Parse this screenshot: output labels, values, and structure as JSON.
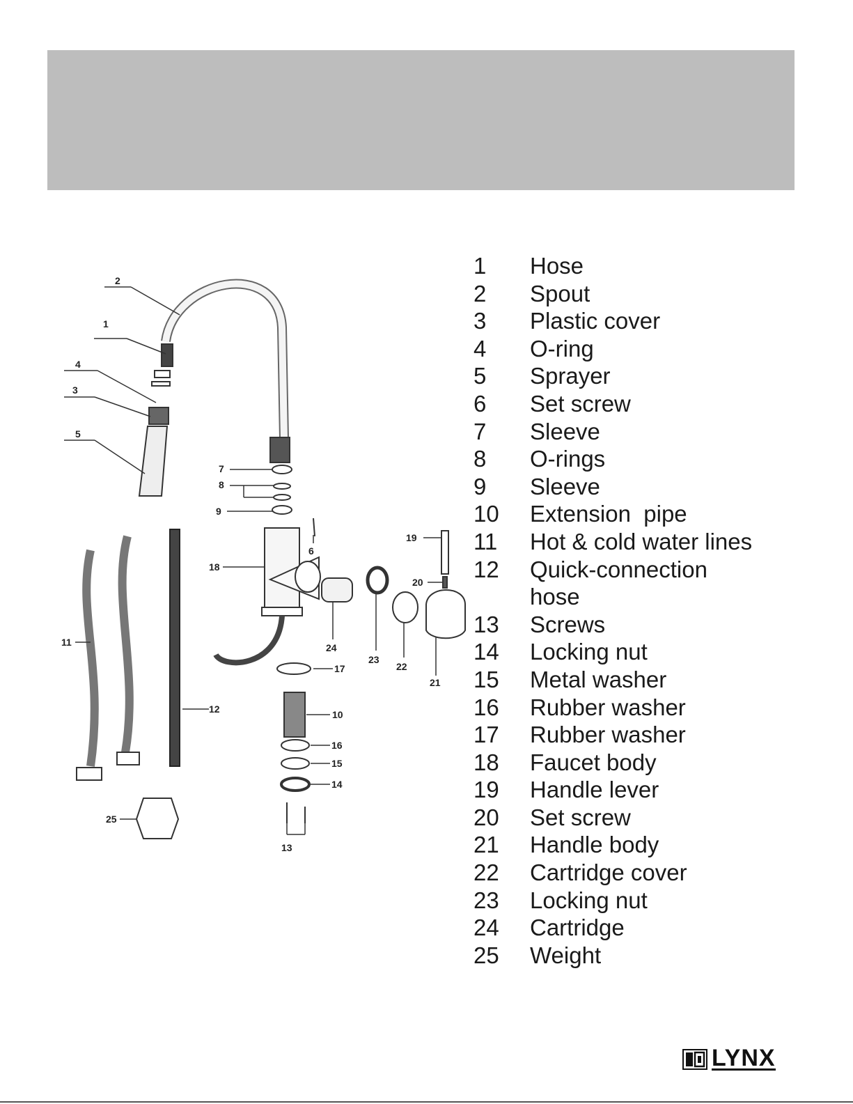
{
  "header": {
    "color": "#bdbdbd"
  },
  "callouts": [
    "1",
    "2",
    "3",
    "4",
    "5",
    "6",
    "7",
    "8",
    "9",
    "10",
    "11",
    "12",
    "13",
    "14",
    "15",
    "16",
    "17",
    "18",
    "19",
    "20",
    "21",
    "22",
    "23",
    "24",
    "25"
  ],
  "parts": [
    {
      "num": "1",
      "name": "Hose"
    },
    {
      "num": "2",
      "name": "Spout"
    },
    {
      "num": "3",
      "name": "Plastic cover"
    },
    {
      "num": "4",
      "name": "O-ring"
    },
    {
      "num": "5",
      "name": "Sprayer"
    },
    {
      "num": "6",
      "name": "Set screw"
    },
    {
      "num": "7",
      "name": "Sleeve"
    },
    {
      "num": "8",
      "name": "O-rings"
    },
    {
      "num": "9",
      "name": "Sleeve"
    },
    {
      "num": "10",
      "name": "Extension  pipe"
    },
    {
      "num": "11",
      "name": "Hot & cold water lines"
    },
    {
      "num": "12",
      "name": "Quick-connection hose"
    },
    {
      "num": "13",
      "name": "Screws"
    },
    {
      "num": "14",
      "name": "Locking nut"
    },
    {
      "num": "15",
      "name": "Metal washer"
    },
    {
      "num": "16",
      "name": "Rubber washer"
    },
    {
      "num": "17",
      "name": "Rubber washer"
    },
    {
      "num": "18",
      "name": "Faucet body"
    },
    {
      "num": "19",
      "name": "Handle lever"
    },
    {
      "num": "20",
      "name": "Set screw"
    },
    {
      "num": "21",
      "name": "Handle body"
    },
    {
      "num": "22",
      "name": "Cartridge cover"
    },
    {
      "num": "23",
      "name": "Locking nut"
    },
    {
      "num": "24",
      "name": "Cartridge"
    },
    {
      "num": "25",
      "name": "Weight"
    }
  ],
  "logo": {
    "text": "LYNX",
    "icon": "lynx-logo-icon"
  }
}
